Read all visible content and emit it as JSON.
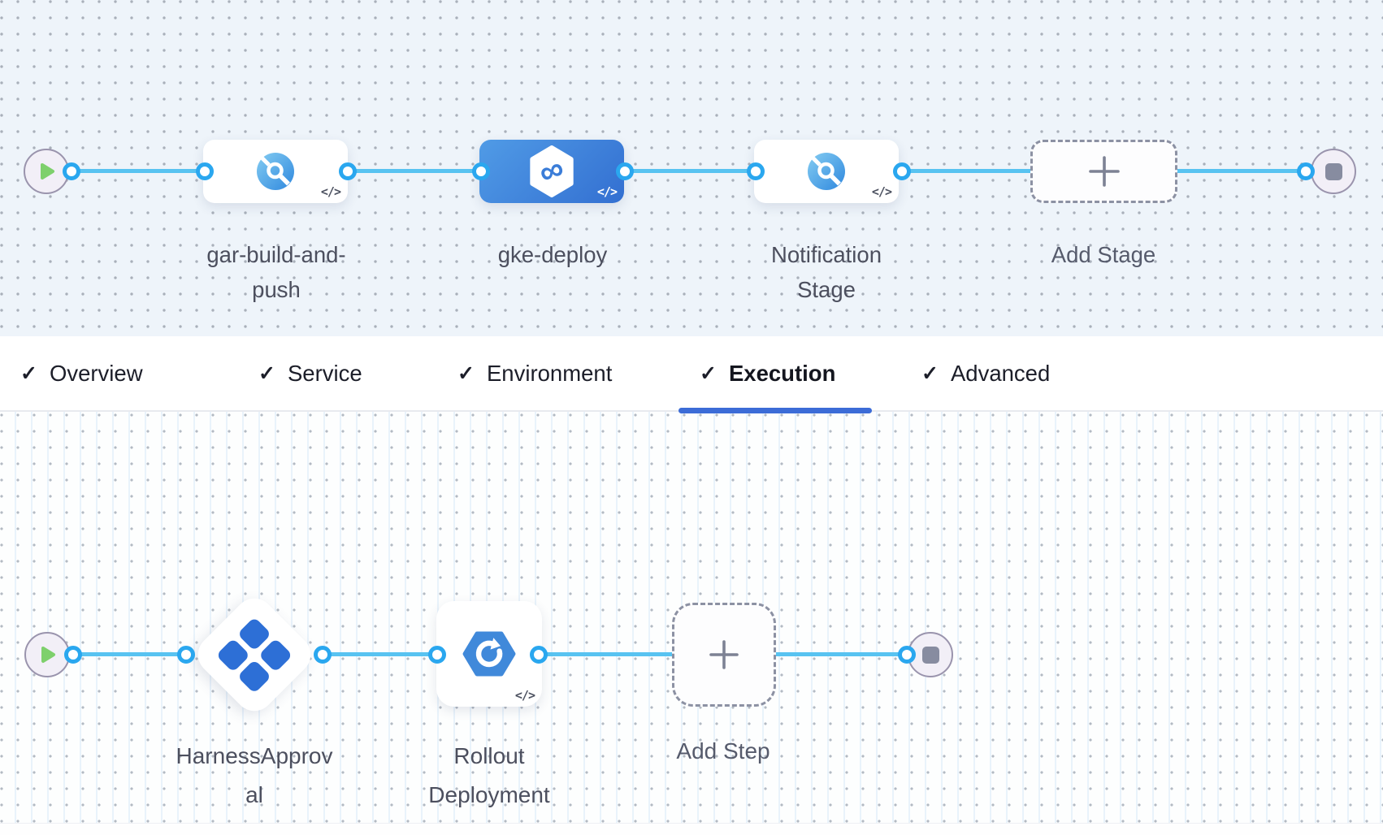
{
  "stage_pipeline": {
    "stages": [
      {
        "label": "gar-build-and-push",
        "icon": "container-registry-icon",
        "selected": false,
        "code_badge": "</>"
      },
      {
        "label": "gke-deploy",
        "icon": "harness-cd-hexagon-icon",
        "selected": true,
        "code_badge": "</>"
      },
      {
        "label": "Notification Stage",
        "icon": "container-registry-icon",
        "selected": false,
        "code_badge": "</>"
      }
    ],
    "add_stage_label": "Add Stage"
  },
  "tab_bar": {
    "tabs": [
      {
        "check": "✓",
        "label": "Overview",
        "active": false
      },
      {
        "check": "✓",
        "label": "Service",
        "active": false
      },
      {
        "check": "✓",
        "label": "Environment",
        "active": false
      },
      {
        "check": "✓",
        "label": "Execution",
        "active": true
      },
      {
        "check": "✓",
        "label": "Advanced",
        "active": false
      }
    ]
  },
  "execution_flow": {
    "steps": [
      {
        "label": "HarnessApproval",
        "icon": "approval-diamond-icon"
      },
      {
        "label": "Rollout Deployment",
        "icon": "rollout-hexagon-icon",
        "code_badge": "</>"
      }
    ],
    "add_step_label": "Add Step"
  },
  "icons": {
    "plus": "+",
    "code": "</>",
    "infinity": "∞",
    "checkmark": "✓"
  },
  "colors": {
    "wire": "#58C3F1",
    "ring": "#2AA7EF",
    "selected_stage_blue": "#3370D1",
    "tab_underline": "#3C6CD7",
    "play_green": "#7ED06C",
    "terminal_gray": "#878CA0",
    "approval_blue": "#2D6FD6",
    "rollout_blue": "#4089DA",
    "stage_canvas_bg": "#EEF4FA",
    "step_canvas_bg": "#FDFEFE"
  }
}
